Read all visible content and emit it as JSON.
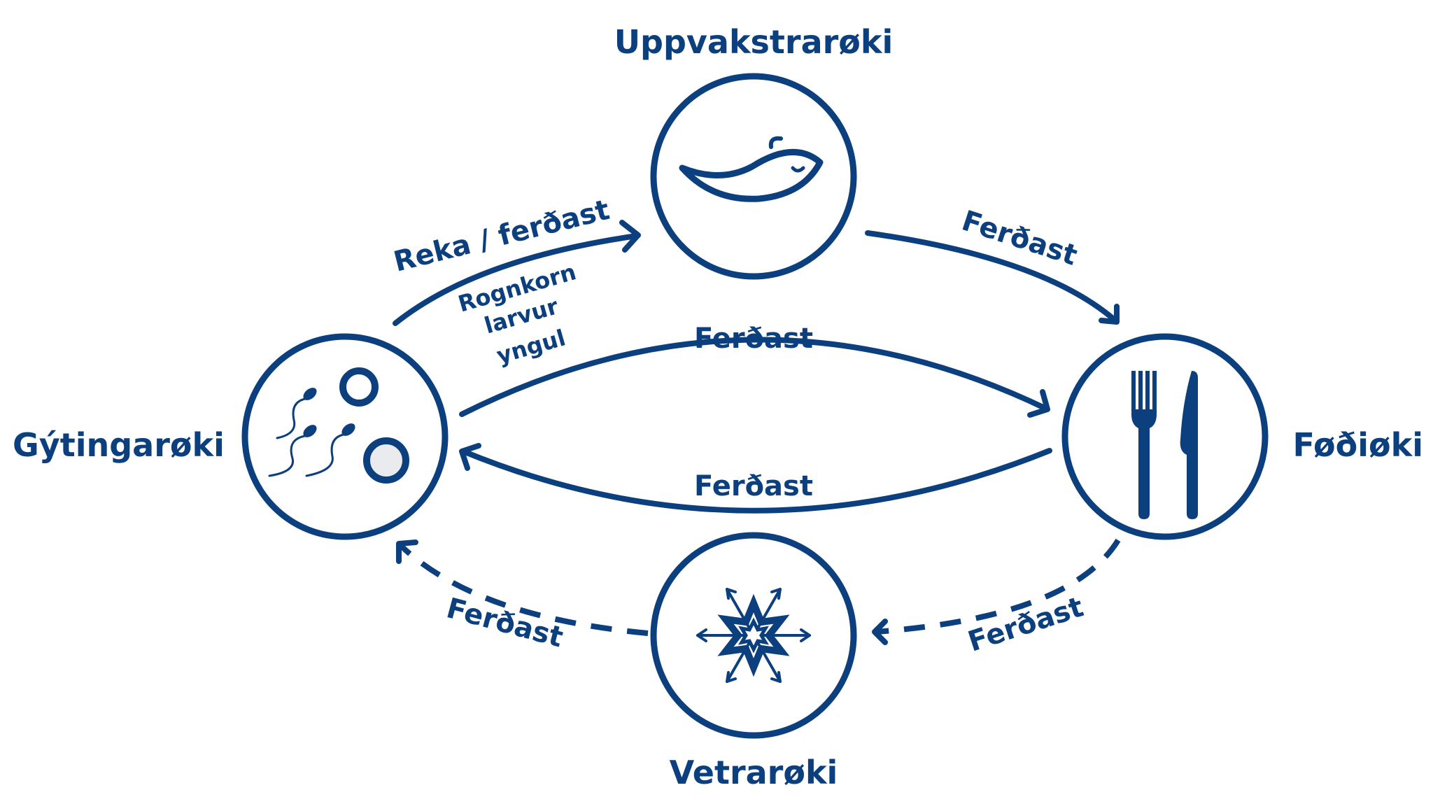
{
  "stages": {
    "nursery": "Uppvakstrarøki",
    "spawning": "Gýtingarøki",
    "feeding": "Føðiøki",
    "wintering": "Vetrarøki"
  },
  "arrows": {
    "drift": "Reka / ferðast",
    "spawning_to_feeding": "Ferðast",
    "nursery_to_feeding": "Ferðast",
    "feeding_to_spawning": "Ferðast",
    "feeding_to_wintering": "Ferðast",
    "wintering_to_spawning": "Ferðast"
  },
  "early_stages": [
    "Rognkorn",
    "larvur",
    "yngul"
  ],
  "icons": {
    "nursery": "fish-icon",
    "spawning": "eggs-and-sperm-icon",
    "feeding": "fork-and-knife-icon",
    "wintering": "snowflake-icon"
  },
  "colors": {
    "primary": "#0b3f7e",
    "background": "#ffffff",
    "egg_fill": "#e9ebef"
  }
}
